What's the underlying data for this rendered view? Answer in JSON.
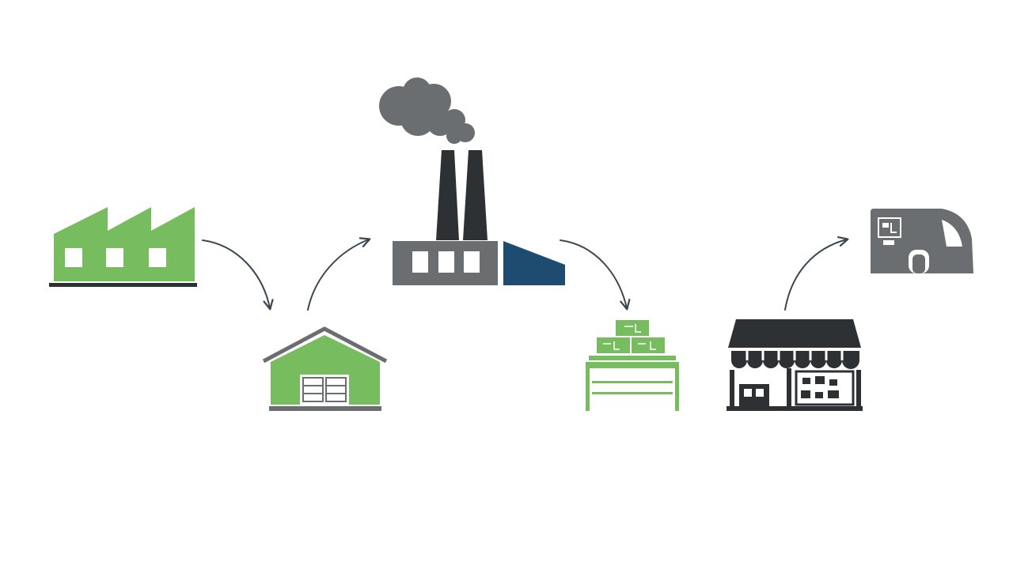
{
  "diagram": {
    "kind": "supply-chain-flow",
    "colors": {
      "green": "#77bc5f",
      "gray": "#6b6e71",
      "dark": "#2e3134",
      "navy": "#1e4c70",
      "arrow": "#3d4750",
      "white": "#ffffff"
    },
    "nodes": [
      {
        "id": "green-factory",
        "icon": "factory-icon"
      },
      {
        "id": "warehouse",
        "icon": "warehouse-icon"
      },
      {
        "id": "processing-plant",
        "icon": "smokestack-factory-icon"
      },
      {
        "id": "distribution-center",
        "icon": "packed-boxes-depot-icon"
      },
      {
        "id": "retail-store",
        "icon": "storefront-icon"
      },
      {
        "id": "delivery-van",
        "icon": "delivery-van-icon"
      }
    ],
    "edges": [
      {
        "from": "green-factory",
        "to": "warehouse"
      },
      {
        "from": "warehouse",
        "to": "processing-plant"
      },
      {
        "from": "processing-plant",
        "to": "distribution-center"
      },
      {
        "from": "retail-store",
        "to": "delivery-van"
      }
    ]
  }
}
